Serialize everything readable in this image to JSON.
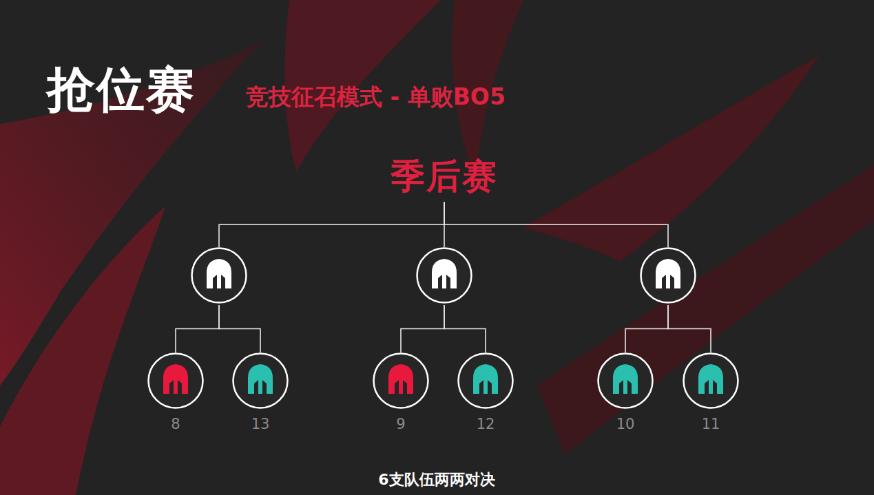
{
  "diagram": {
    "title": "抢位赛",
    "caption": "6支队伍两两对决",
    "nodes": [
      {
        "text": [
          "季后赛"
        ]
      },
      {
        "text": []
      },
      {
        "text": []
      },
      {
        "text": []
      },
      {
        "text": [
          "8"
        ]
      },
      {
        "text": [
          "13"
        ]
      },
      {
        "text": [
          "9"
        ]
      },
      {
        "text": [
          "12"
        ]
      },
      {
        "text": [
          "10"
        ]
      },
      {
        "text": [
          "11"
        ]
      }
    ],
    "edges": [
      {
        "from": 0,
        "to": 1,
        "arrow": "none"
      },
      {
        "from": 0,
        "to": 2,
        "arrow": "none"
      },
      {
        "from": 0,
        "to": 3,
        "arrow": "none"
      },
      {
        "from": 1,
        "to": 4,
        "arrow": "none"
      },
      {
        "from": 1,
        "to": 5,
        "arrow": "none"
      },
      {
        "from": 2,
        "to": 6,
        "arrow": "none"
      },
      {
        "from": 2,
        "to": 7,
        "arrow": "none"
      },
      {
        "from": 3,
        "to": 8,
        "arrow": "none"
      },
      {
        "from": 3,
        "to": 9,
        "arrow": "none"
      }
    ],
    "labels": [
      "竞技征召模式 - 单败BO5"
    ]
  }
}
